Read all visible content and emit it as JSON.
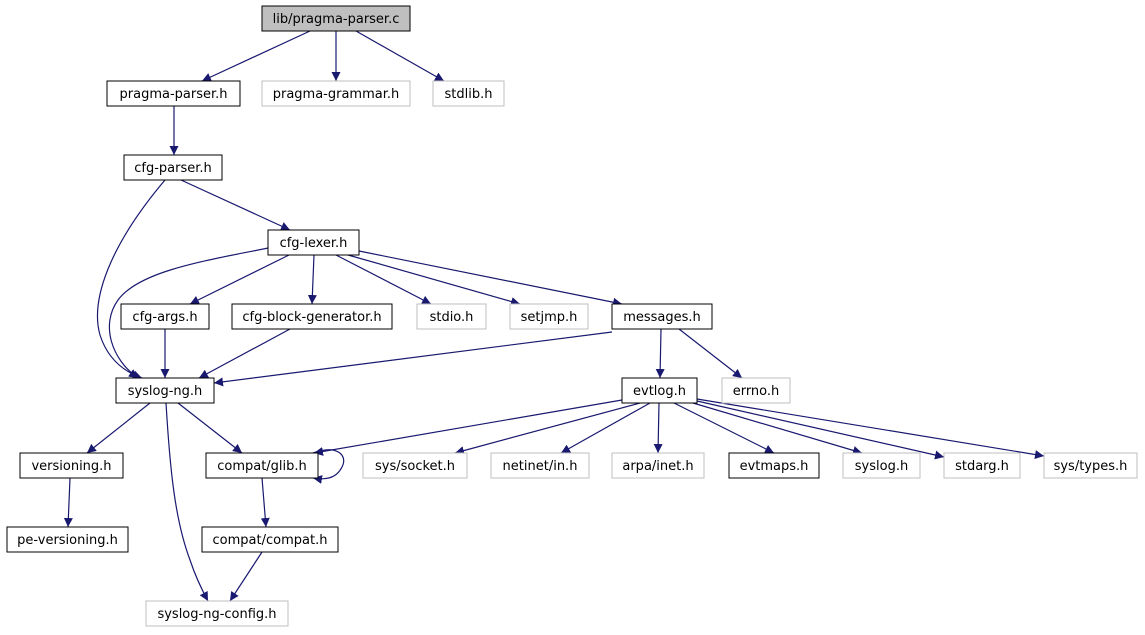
{
  "colors": {
    "edge": "#191970",
    "root_fill": "#bfbfbf",
    "node_border": "#000000",
    "external_border": "#bfbfbf",
    "text": "#000000"
  },
  "nodes": [
    {
      "id": "lib_pragma_parser_c",
      "label": "lib/pragma-parser.c",
      "kind": "root"
    },
    {
      "id": "pragma_parser_h",
      "label": "pragma-parser.h",
      "kind": "documented"
    },
    {
      "id": "pragma_grammar_h",
      "label": "pragma-grammar.h",
      "kind": "external"
    },
    {
      "id": "stdlib_h",
      "label": "stdlib.h",
      "kind": "external"
    },
    {
      "id": "cfg_parser_h",
      "label": "cfg-parser.h",
      "kind": "documented"
    },
    {
      "id": "cfg_lexer_h",
      "label": "cfg-lexer.h",
      "kind": "documented"
    },
    {
      "id": "cfg_args_h",
      "label": "cfg-args.h",
      "kind": "documented"
    },
    {
      "id": "cfg_block_generator_h",
      "label": "cfg-block-generator.h",
      "kind": "documented"
    },
    {
      "id": "stdio_h",
      "label": "stdio.h",
      "kind": "external"
    },
    {
      "id": "setjmp_h",
      "label": "setjmp.h",
      "kind": "external"
    },
    {
      "id": "messages_h",
      "label": "messages.h",
      "kind": "documented"
    },
    {
      "id": "syslog_ng_h",
      "label": "syslog-ng.h",
      "kind": "documented"
    },
    {
      "id": "evtlog_h",
      "label": "evtlog.h",
      "kind": "documented"
    },
    {
      "id": "errno_h",
      "label": "errno.h",
      "kind": "external"
    },
    {
      "id": "versioning_h",
      "label": "versioning.h",
      "kind": "documented"
    },
    {
      "id": "compat_glib_h",
      "label": "compat/glib.h",
      "kind": "documented"
    },
    {
      "id": "sys_socket_h",
      "label": "sys/socket.h",
      "kind": "external"
    },
    {
      "id": "netinet_in_h",
      "label": "netinet/in.h",
      "kind": "external"
    },
    {
      "id": "arpa_inet_h",
      "label": "arpa/inet.h",
      "kind": "external"
    },
    {
      "id": "evtmaps_h",
      "label": "evtmaps.h",
      "kind": "documented"
    },
    {
      "id": "syslog_h",
      "label": "syslog.h",
      "kind": "external"
    },
    {
      "id": "stdarg_h",
      "label": "stdarg.h",
      "kind": "external"
    },
    {
      "id": "sys_types_h",
      "label": "sys/types.h",
      "kind": "external"
    },
    {
      "id": "pe_versioning_h",
      "label": "pe-versioning.h",
      "kind": "documented"
    },
    {
      "id": "compat_compat_h",
      "label": "compat/compat.h",
      "kind": "documented"
    },
    {
      "id": "syslog_ng_config_h",
      "label": "syslog-ng-config.h",
      "kind": "external"
    }
  ],
  "edges": [
    {
      "from": "lib_pragma_parser_c",
      "to": "pragma_parser_h"
    },
    {
      "from": "lib_pragma_parser_c",
      "to": "pragma_grammar_h"
    },
    {
      "from": "lib_pragma_parser_c",
      "to": "stdlib_h"
    },
    {
      "from": "pragma_parser_h",
      "to": "cfg_parser_h"
    },
    {
      "from": "cfg_parser_h",
      "to": "cfg_lexer_h"
    },
    {
      "from": "cfg_parser_h",
      "to": "syslog_ng_h"
    },
    {
      "from": "cfg_lexer_h",
      "to": "syslog_ng_h"
    },
    {
      "from": "cfg_lexer_h",
      "to": "cfg_args_h"
    },
    {
      "from": "cfg_lexer_h",
      "to": "cfg_block_generator_h"
    },
    {
      "from": "cfg_lexer_h",
      "to": "stdio_h"
    },
    {
      "from": "cfg_lexer_h",
      "to": "setjmp_h"
    },
    {
      "from": "cfg_lexer_h",
      "to": "messages_h"
    },
    {
      "from": "cfg_args_h",
      "to": "syslog_ng_h"
    },
    {
      "from": "cfg_block_generator_h",
      "to": "syslog_ng_h"
    },
    {
      "from": "messages_h",
      "to": "syslog_ng_h"
    },
    {
      "from": "messages_h",
      "to": "evtlog_h"
    },
    {
      "from": "messages_h",
      "to": "errno_h"
    },
    {
      "from": "syslog_ng_h",
      "to": "versioning_h"
    },
    {
      "from": "syslog_ng_h",
      "to": "compat_glib_h"
    },
    {
      "from": "syslog_ng_h",
      "to": "syslog_ng_config_h"
    },
    {
      "from": "evtlog_h",
      "to": "compat_glib_h"
    },
    {
      "from": "evtlog_h",
      "to": "sys_socket_h"
    },
    {
      "from": "evtlog_h",
      "to": "netinet_in_h"
    },
    {
      "from": "evtlog_h",
      "to": "arpa_inet_h"
    },
    {
      "from": "evtlog_h",
      "to": "evtmaps_h"
    },
    {
      "from": "evtlog_h",
      "to": "syslog_h"
    },
    {
      "from": "evtlog_h",
      "to": "stdarg_h"
    },
    {
      "from": "evtlog_h",
      "to": "sys_types_h"
    },
    {
      "from": "versioning_h",
      "to": "pe_versioning_h"
    },
    {
      "from": "compat_glib_h",
      "to": "compat_glib_h"
    },
    {
      "from": "compat_glib_h",
      "to": "compat_compat_h"
    },
    {
      "from": "compat_compat_h",
      "to": "syslog_ng_config_h"
    }
  ]
}
